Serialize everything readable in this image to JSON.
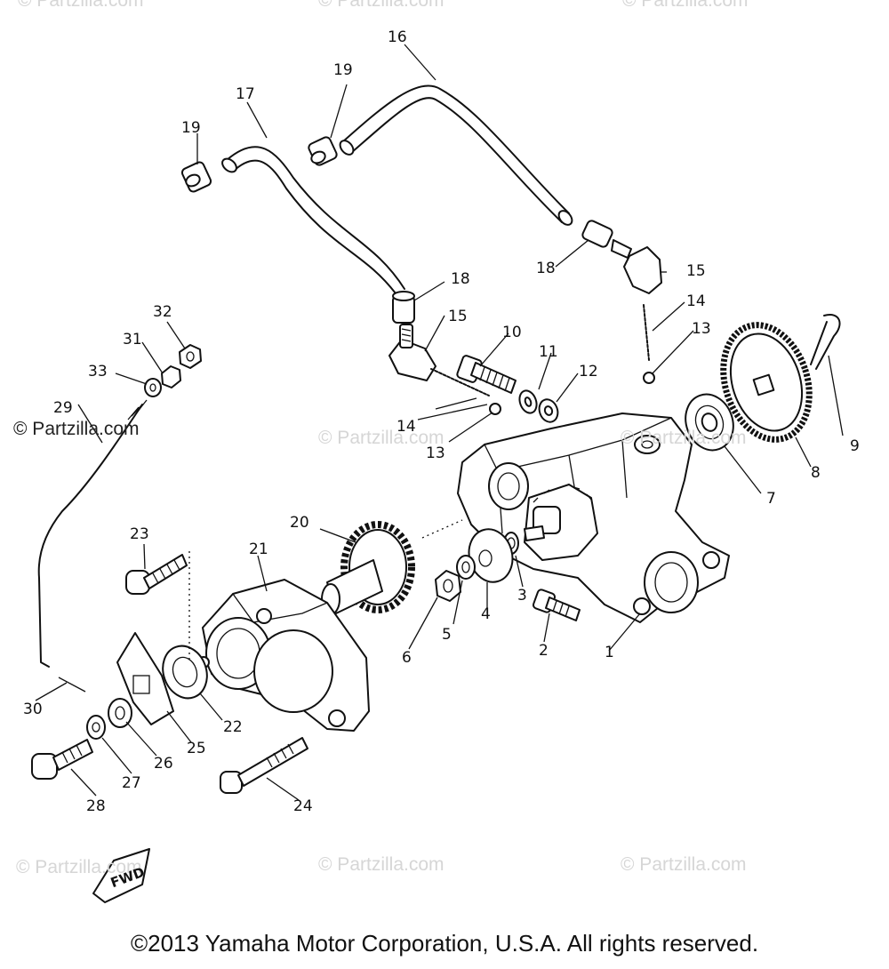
{
  "copyright": "©2013 Yamaha Motor Corporation, U.S.A. All rights reserved.",
  "watermark": "© Partzilla.com",
  "fwd_label": "FWD",
  "callouts": [
    "1",
    "2",
    "3",
    "4",
    "5",
    "6",
    "7",
    "8",
    "9",
    "10",
    "11",
    "12",
    "13",
    "13",
    "14",
    "14",
    "15",
    "15",
    "16",
    "17",
    "18",
    "18",
    "19",
    "19",
    "20",
    "21",
    "22",
    "23",
    "24",
    "25",
    "26",
    "27",
    "28",
    "29",
    "30",
    "31",
    "32",
    "33"
  ]
}
